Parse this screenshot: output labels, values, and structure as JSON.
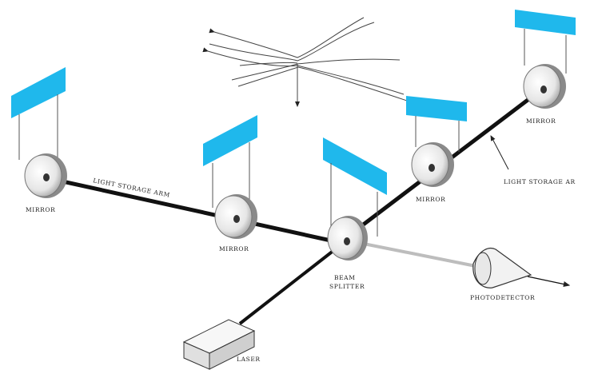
{
  "colors": {
    "panel": "#1fb8ec",
    "beam": "#111111",
    "output_beam": "#bdbdbd",
    "mirror_face": "#f4f4f4",
    "mirror_edge": "#8a8a8a",
    "line": "#333333",
    "background": "#ffffff"
  },
  "labels": {
    "left_mirror": "Mirror",
    "left_arm": "Light Storage Arm",
    "inner_left_mirror": "Mirror",
    "beam_splitter_line1": "Beam",
    "beam_splitter_line2": "Splitter",
    "inner_right_mirror": "Mirror",
    "right_mirror": "Mirror",
    "right_arm": "Light Storage Ar",
    "photodetector": "Photodetector",
    "laser": "Laser"
  },
  "icons": {
    "mirror": "mirror-disc-icon",
    "laser": "laser-box-icon",
    "photodetector": "cone-icon",
    "gravitational_wave": "spacetime-wave-icon"
  }
}
